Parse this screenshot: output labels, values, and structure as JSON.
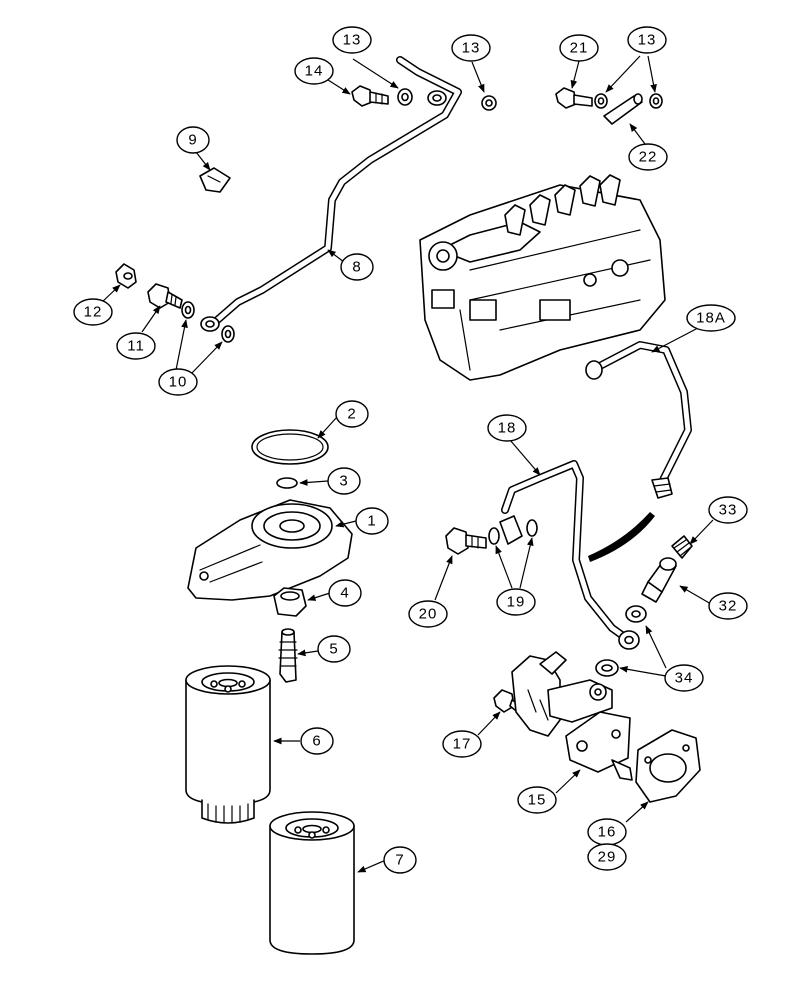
{
  "callouts": {
    "c1": "1",
    "c2": "2",
    "c3": "3",
    "c4": "4",
    "c5": "5",
    "c6": "6",
    "c7": "7",
    "c8": "8",
    "c9": "9",
    "c10": "10",
    "c11": "11",
    "c12": "12",
    "c13a": "13",
    "c13b": "13",
    "c13c": "13",
    "c14": "14",
    "c15": "15",
    "c16": "16",
    "c17": "17",
    "c18": "18",
    "c18a": "18A",
    "c19": "19",
    "c20": "20",
    "c21": "21",
    "c22": "22",
    "c29": "29",
    "c32": "32",
    "c33": "33",
    "c34": "34"
  },
  "colors": {
    "ink": "#000000",
    "paper": "#ffffff"
  }
}
